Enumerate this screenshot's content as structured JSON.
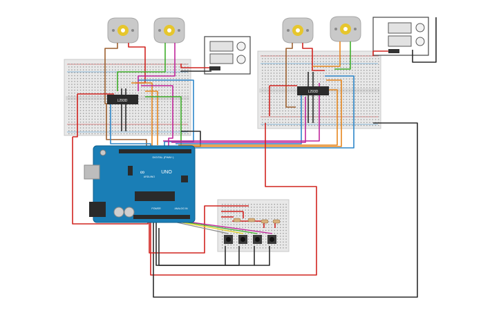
{
  "diagram": {
    "arduino": {
      "board_name": "UNO",
      "brand": "ARDUINO",
      "digital_label": "DIGITAL (PWM~)",
      "power_label": "POWER",
      "analog_label": "ANALOG IN"
    },
    "driver_left": {
      "label": "L293D"
    },
    "driver_right": {
      "label": "L293D"
    },
    "motors": [
      {
        "id": "motor-1"
      },
      {
        "id": "motor-2"
      },
      {
        "id": "motor-3"
      },
      {
        "id": "motor-4"
      }
    ],
    "power_supplies": [
      {
        "id": "power-supply-left"
      },
      {
        "id": "power-supply-right"
      }
    ],
    "pushbuttons": 4,
    "resistors": 4,
    "colors": {
      "wire_red": "#d1231f",
      "wire_black": "#2a2a2a",
      "wire_green": "#3fae2a",
      "wire_magenta": "#c0249b",
      "wire_orange": "#e6861d",
      "wire_blue": "#2d86c9",
      "wire_brown": "#9c5f2e",
      "wire_yellow": "#e4d220",
      "wire_gray": "#8a8a8a",
      "board_blue": "#1a7eb6"
    }
  }
}
